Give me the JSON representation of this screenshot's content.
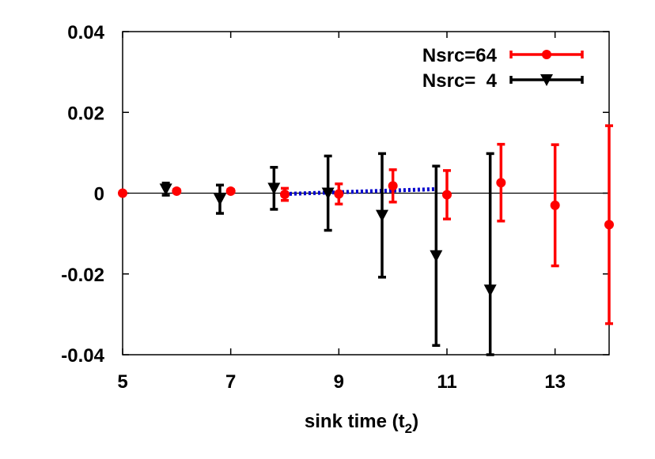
{
  "chart_data": {
    "type": "scatter",
    "xlabel": "sink time (t",
    "xlabel_sub": "2",
    "xlabel_close": ")",
    "xlim": [
      5,
      14
    ],
    "ylim": [
      -0.04,
      0.04
    ],
    "xticks": [
      5,
      7,
      9,
      11,
      13
    ],
    "yticks": [
      0.04,
      0.02,
      0,
      -0.02,
      -0.04
    ],
    "ytick_labels": [
      "0.04",
      "0.02",
      "0",
      "-0.02",
      "-0.04"
    ],
    "legend_position": "top-right",
    "series": [
      {
        "name": "Nsrc=64",
        "color": "#ff0000",
        "marker": "circle",
        "x": [
          5,
          6,
          7,
          8,
          9,
          10,
          11,
          12,
          13,
          14
        ],
        "y": [
          0.0,
          0.0005,
          0.0005,
          -0.0003,
          -0.0002,
          0.0018,
          -0.0004,
          0.0026,
          -0.003,
          -0.0078
        ],
        "err": [
          0.0002,
          0.0004,
          0.0004,
          0.0015,
          0.0025,
          0.004,
          0.006,
          0.0095,
          0.015,
          0.0245
        ]
      },
      {
        "name": "Nsrc=  4",
        "color": "#000000",
        "marker": "triangle-down",
        "x": [
          5.8,
          6.8,
          7.8,
          8.8,
          9.8,
          10.8,
          11.8
        ],
        "y": [
          0.001,
          -0.0015,
          0.0012,
          0.0,
          -0.0055,
          -0.0155,
          -0.024
        ],
        "err": [
          0.0015,
          0.0035,
          0.0052,
          0.0092,
          0.0153,
          0.0222,
          0.0338
        ]
      }
    ],
    "fit_line": {
      "color": "#0000cc",
      "x": [
        8,
        10.8
      ],
      "y": [
        -0.0002,
        0.001
      ]
    }
  }
}
